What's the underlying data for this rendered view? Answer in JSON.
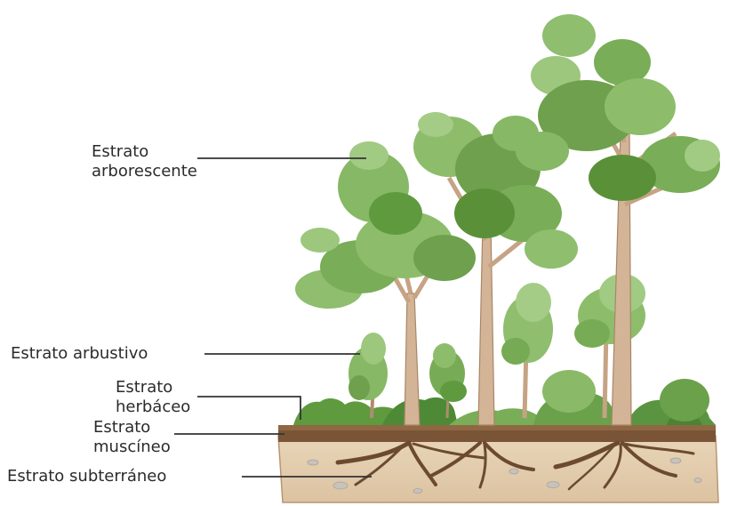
{
  "labels": {
    "arborescente": [
      "Estrato",
      "arborescente"
    ],
    "arbustivo": "Estrato arbustivo",
    "herbaceo": [
      "Estrato",
      "herbáceo"
    ],
    "muscineo": [
      "Estrato",
      "muscíneo"
    ],
    "subterraneo": "Estrato subterráneo"
  },
  "colors": {
    "foliage_light": "#9dc47a",
    "foliage_mid": "#6fa04d",
    "foliage_dark": "#4e7f34",
    "trunk": "#d4b496",
    "trunk_edge": "#a88668",
    "moss_band": "#7a5436",
    "soil": "#e6d2b5",
    "roots": "#6b4a30",
    "leader_line": "#333333"
  }
}
